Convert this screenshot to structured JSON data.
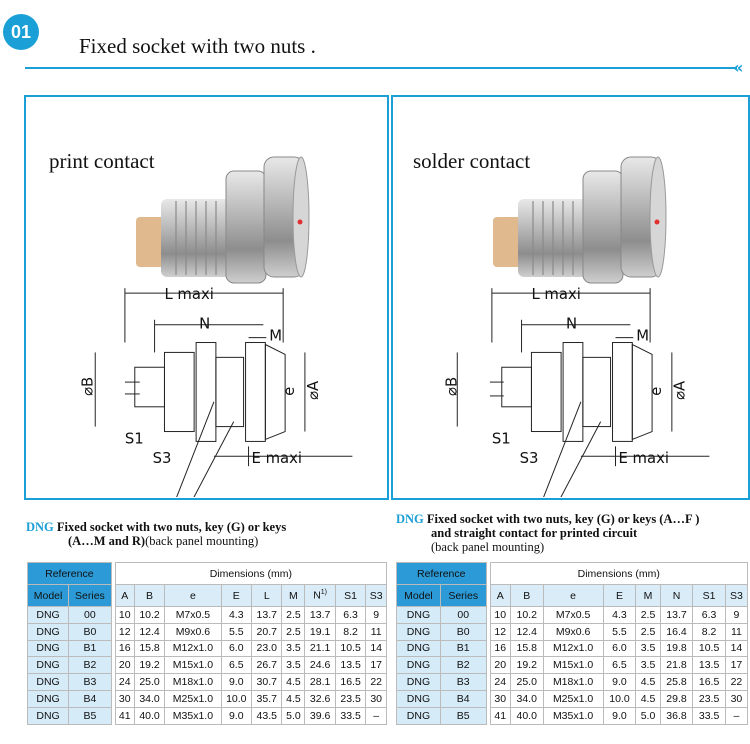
{
  "header": {
    "badge": "01",
    "title": "Fixed socket with two nuts .",
    "chevron": "«",
    "accent_color": "#1aa0d6"
  },
  "panels": [
    {
      "title": "print contact",
      "drawing_labels": {
        "L": "L maxi",
        "N": "N",
        "M": "M",
        "B": "⌀B",
        "e": "e",
        "A": "⌀A",
        "S1": "S1",
        "S3": "S3",
        "E": "E maxi"
      }
    },
    {
      "title": "solder contact",
      "drawing_labels": {
        "L": "L maxi",
        "N": "N",
        "M": "M",
        "B": "⌀B",
        "e": "e",
        "A": "⌀A",
        "S1": "S1",
        "S3": "S3",
        "E": "E maxi"
      }
    }
  ],
  "tables": [
    {
      "code": "DNG",
      "title_line1": "Fixed socket with two nuts, key (G) or keys",
      "title_line2_bold": "(A…M and R)",
      "title_line2_rest": "(back panel mounting)",
      "title_line3": "",
      "reference": "Reference",
      "dimensions": "Dimensions (mm)",
      "col_model": "Model",
      "col_series": "Series",
      "columns": [
        "A",
        "B",
        "e",
        "E",
        "L",
        "M",
        "N",
        "S1",
        "S3"
      ],
      "n_sup": "1)",
      "rows": [
        [
          "DNG",
          "00",
          "10",
          "10.2",
          "M7x0.5",
          "4.3",
          "13.7",
          "2.5",
          "13.7",
          "6.3",
          "9"
        ],
        [
          "DNG",
          "B0",
          "12",
          "12.4",
          "M9x0.6",
          "5.5",
          "20.7",
          "2.5",
          "19.1",
          "8.2",
          "11"
        ],
        [
          "DNG",
          "B1",
          "16",
          "15.8",
          "M12x1.0",
          "6.0",
          "23.0",
          "3.5",
          "21.1",
          "10.5",
          "14"
        ],
        [
          "DNG",
          "B2",
          "20",
          "19.2",
          "M15x1.0",
          "6.5",
          "26.7",
          "3.5",
          "24.6",
          "13.5",
          "17"
        ],
        [
          "DNG",
          "B3",
          "24",
          "25.0",
          "M18x1.0",
          "9.0",
          "30.7",
          "4.5",
          "28.1",
          "16.5",
          "22"
        ],
        [
          "DNG",
          "B4",
          "30",
          "34.0",
          "M25x1.0",
          "10.0",
          "35.7",
          "4.5",
          "32.6",
          "23.5",
          "30"
        ],
        [
          "DNG",
          "B5",
          "41",
          "40.0",
          "M35x1.0",
          "9.0",
          "43.5",
          "5.0",
          "39.6",
          "33.5",
          "–"
        ]
      ]
    },
    {
      "code": "DNG",
      "title_line1": "Fixed socket with two nuts, key (G) or keys (A…F )",
      "title_line2_bold": "and straight contact for printed circuit",
      "title_line2_rest": "",
      "title_line3": "(back panel mounting)",
      "reference": "Reference",
      "dimensions": "Dimensions (mm)",
      "col_model": "Model",
      "col_series": "Series",
      "columns": [
        "A",
        "B",
        "e",
        "E",
        "M",
        "N",
        "S1",
        "S3"
      ],
      "n_sup": "",
      "rows": [
        [
          "DNG",
          "00",
          "10",
          "10.2",
          "M7x0.5",
          "4.3",
          "2.5",
          "13.7",
          "6.3",
          "9"
        ],
        [
          "DNG",
          "B0",
          "12",
          "12.4",
          "M9x0.6",
          "5.5",
          "2.5",
          "16.4",
          "8.2",
          "11"
        ],
        [
          "DNG",
          "B1",
          "16",
          "15.8",
          "M12x1.0",
          "6.0",
          "3.5",
          "19.8",
          "10.5",
          "14"
        ],
        [
          "DNG",
          "B2",
          "20",
          "19.2",
          "M15x1.0",
          "6.5",
          "3.5",
          "21.8",
          "13.5",
          "17"
        ],
        [
          "DNG",
          "B3",
          "24",
          "25.0",
          "M18x1.0",
          "9.0",
          "4.5",
          "25.8",
          "16.5",
          "22"
        ],
        [
          "DNG",
          "B4",
          "30",
          "34.0",
          "M25x1.0",
          "10.0",
          "4.5",
          "29.8",
          "23.5",
          "30"
        ],
        [
          "DNG",
          "B5",
          "41",
          "40.0",
          "M35x1.0",
          "9.0",
          "5.0",
          "36.8",
          "33.5",
          "–"
        ]
      ]
    }
  ]
}
